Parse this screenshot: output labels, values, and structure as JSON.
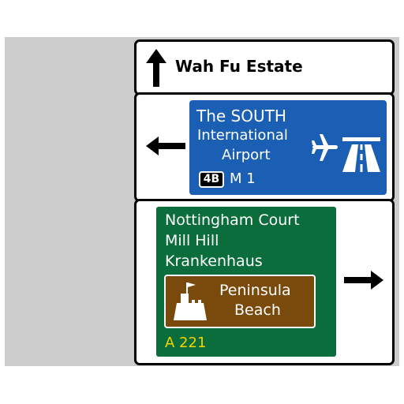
{
  "sign": {
    "top_panel": {
      "destination": "Wah Fu Estate",
      "direction_icon": "arrow-up-icon"
    },
    "middle_panel": {
      "direction_icon": "arrow-left-icon",
      "line1": "The SOUTH",
      "line2": "International",
      "line3": "Airport",
      "junction_badge": "4B",
      "route": "M 1",
      "icons": [
        "airplane-icon",
        "motorway-icon"
      ],
      "color": "#1a5fb4"
    },
    "bottom_panel": {
      "direction_icon": "arrow-right-icon",
      "line1": "Nottingham Court",
      "line2": "Mill Hill",
      "line3": "Krankenhaus",
      "tourist_line1": "Peninsula",
      "tourist_line2": "Beach",
      "tourist_icon": "castle-icon",
      "route": "A 221",
      "color": "#0b6d3c",
      "tourist_color": "#7a4a0d",
      "route_color": "#f5d400"
    }
  }
}
